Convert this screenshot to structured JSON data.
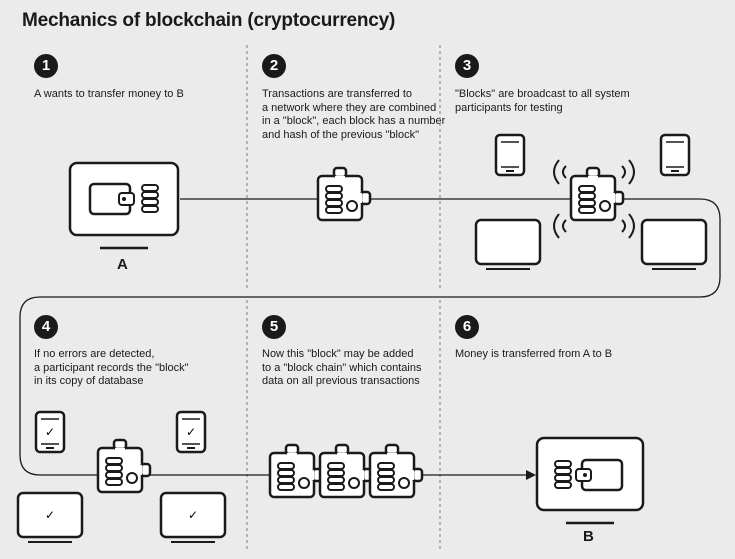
{
  "title": "Mechanics of blockchain (cryptocurrency)",
  "steps": [
    {
      "number": "1",
      "text": "A wants to transfer money to B"
    },
    {
      "number": "2",
      "text": "Transactions are transferred to\na network where they are combined\nin a \"block\", each block has a number\nand hash of the previous \"block\""
    },
    {
      "number": "3",
      "text": "\"Blocks\" are broadcast to all system\nparticipants for testing"
    },
    {
      "number": "4",
      "text": "If no errors are detected,\na participant records the \"block\"\nin its copy of database"
    },
    {
      "number": "5",
      "text": "Now this \"block\" may be added\nto a \"block chain\" which contains\ndata on all previous transactions"
    },
    {
      "number": "6",
      "text": "Money is transferred from A to B"
    }
  ],
  "labels": {
    "a": "A",
    "b": "B"
  },
  "check_mark": "✓",
  "colors": {
    "background": "#ebebeb",
    "ink": "#1a1a1a",
    "panel": "#ffffff",
    "divider": "#7a7a7a"
  },
  "icons": [
    "wallet-icon",
    "coin-stack-icon",
    "tablet-icon",
    "monitor-icon",
    "broadcast-waves-icon",
    "arrow-right-icon"
  ]
}
